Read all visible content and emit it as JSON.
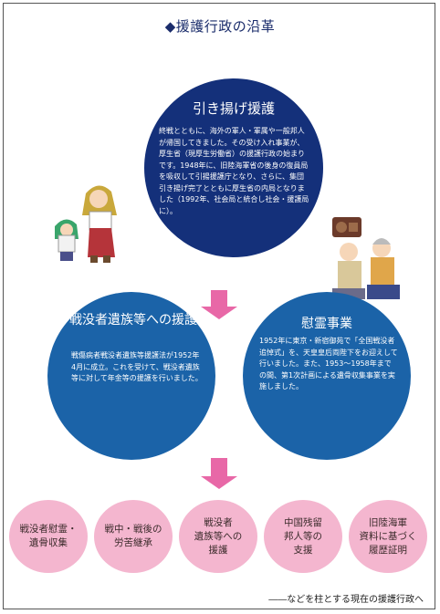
{
  "title": "◆援護行政の沿革",
  "circles": {
    "repatriation": {
      "heading": "引き揚げ援護",
      "body": "終戦とともに、海外の軍人・軍属や一般邦人が帰国してきました。その受け入れ事業が、厚生省（現厚生労働省）の援護行政の始まりです。1948年に、旧陸海軍省の後身の復員局を吸収して引揚援護庁となり、さらに、集団引き揚げ完了とともに厚生省の内局となりました（1992年、社会局と統合し社会・援護局に）。"
    },
    "bereaved": {
      "heading": "戦没者遺族等への援護",
      "body": "戦傷病者戦没者遺族等援護法が1952年4月に成立。これを受けて、戦没者遺族等に対して年金等の援護を行いました。"
    },
    "memorial": {
      "heading": "慰霊事業",
      "body": "1952年に東京・新宿御苑で「全国戦没者追悼式」を、天皇皇后両陛下をお迎えして行いました。また、1953～1958年までの間、第1次計画による遺骨収集事業を実施しました。"
    }
  },
  "pillars": [
    "戦没者慰霊・\n遺骨収集",
    "戦中・戦後の\n労苦継承",
    "戦没者\n遺族等への\n援護",
    "中国残留\n邦人等の\n支援",
    "旧陸海軍\n資料に基づく\n履歴証明"
  ],
  "footer": "――などを柱とする現在の援護行政へ",
  "colors": {
    "navy": "#14307a",
    "blue": "#1b63a8",
    "pink_arrow": "#e868a7",
    "pink_pill": "#f4b6cf"
  }
}
